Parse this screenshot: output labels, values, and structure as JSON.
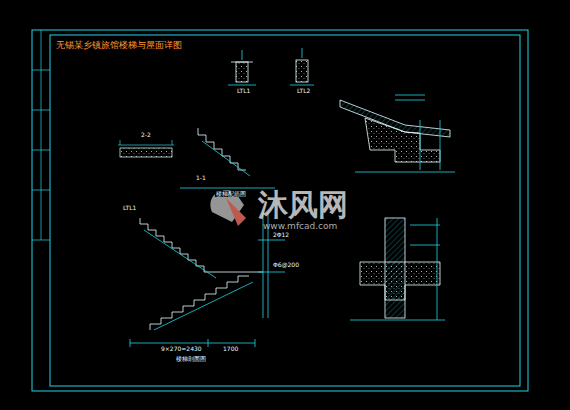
{
  "diagram": {
    "title": "无锡某乡镇旅馆楼梯与屋面详图",
    "labels": [
      "LTL1",
      "LTL2",
      "2-2",
      "楼梯配筋图",
      "LTL1",
      "1-1",
      "9×270=2430",
      "1700",
      "楼梯剖面图",
      "2Φ12",
      "Φ6@200",
      "沐风网",
      "www.mfcad.com"
    ]
  }
}
